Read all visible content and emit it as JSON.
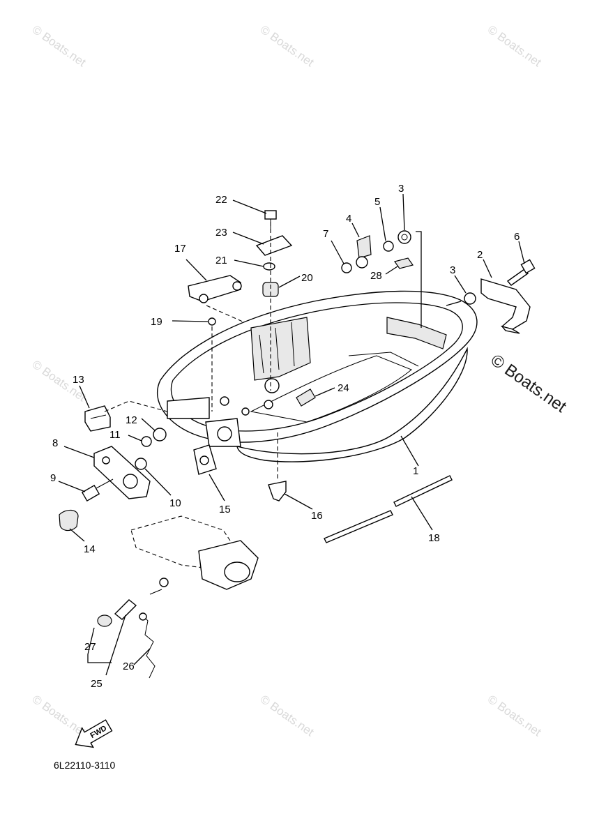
{
  "watermark": {
    "text": "© Boats.net",
    "side_text": "© Boats.net"
  },
  "diagram": {
    "part_code": "6L22110-3110",
    "fwd_label": "FWD",
    "callouts": [
      "1",
      "2",
      "3",
      "3",
      "4",
      "5",
      "6",
      "7",
      "8",
      "9",
      "10",
      "11",
      "12",
      "13",
      "14",
      "15",
      "16",
      "17",
      "18",
      "19",
      "20",
      "21",
      "22",
      "23",
      "24",
      "25",
      "26",
      "27",
      "28"
    ]
  }
}
